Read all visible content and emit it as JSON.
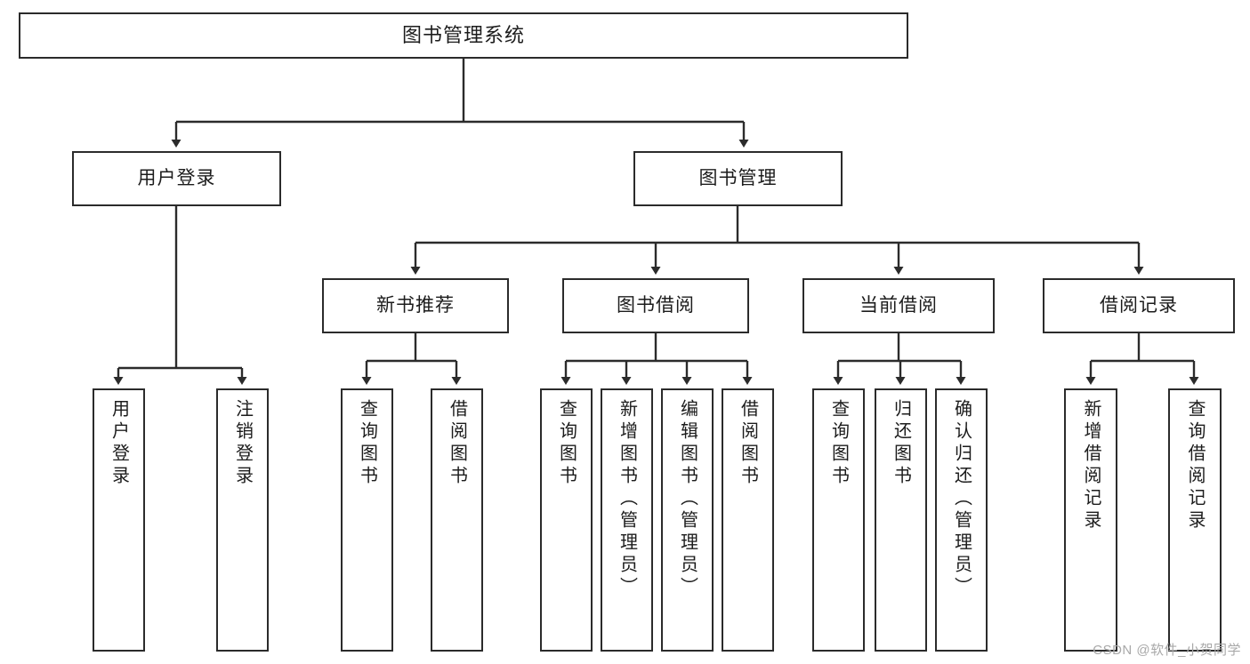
{
  "diagram": {
    "title": "图书管理系统",
    "type": "tree-hierarchy",
    "root": {
      "label": "图书管理系统"
    },
    "level2": [
      {
        "label": "用户登录"
      },
      {
        "label": "图书管理"
      }
    ],
    "level3": [
      {
        "label": "新书推荐"
      },
      {
        "label": "图书借阅"
      },
      {
        "label": "当前借阅"
      },
      {
        "label": "借阅记录"
      }
    ],
    "leaves": {
      "user_login": [
        {
          "label": "用户登录"
        },
        {
          "label": "注销登录"
        }
      ],
      "new_book_recommend": [
        {
          "label": "查询图书"
        },
        {
          "label": "借阅图书"
        }
      ],
      "book_borrow": [
        {
          "label": "查询图书"
        },
        {
          "label": "新增图书（管理员）"
        },
        {
          "label": "编辑图书（管理员）"
        },
        {
          "label": "借阅图书"
        }
      ],
      "current_borrow": [
        {
          "label": "查询图书"
        },
        {
          "label": "归还图书"
        },
        {
          "label": "确认归还（管理员）"
        }
      ],
      "borrow_record": [
        {
          "label": "新增借阅记录"
        },
        {
          "label": "查询借阅记录"
        }
      ]
    }
  },
  "watermark": {
    "text": "CSDN @软件_小贺同学"
  },
  "colors": {
    "border": "#2b2b2b",
    "text": "#1c1c1c",
    "background": "#ffffff",
    "connector": "#2b2b2b",
    "watermark": "#a8a8a8"
  }
}
